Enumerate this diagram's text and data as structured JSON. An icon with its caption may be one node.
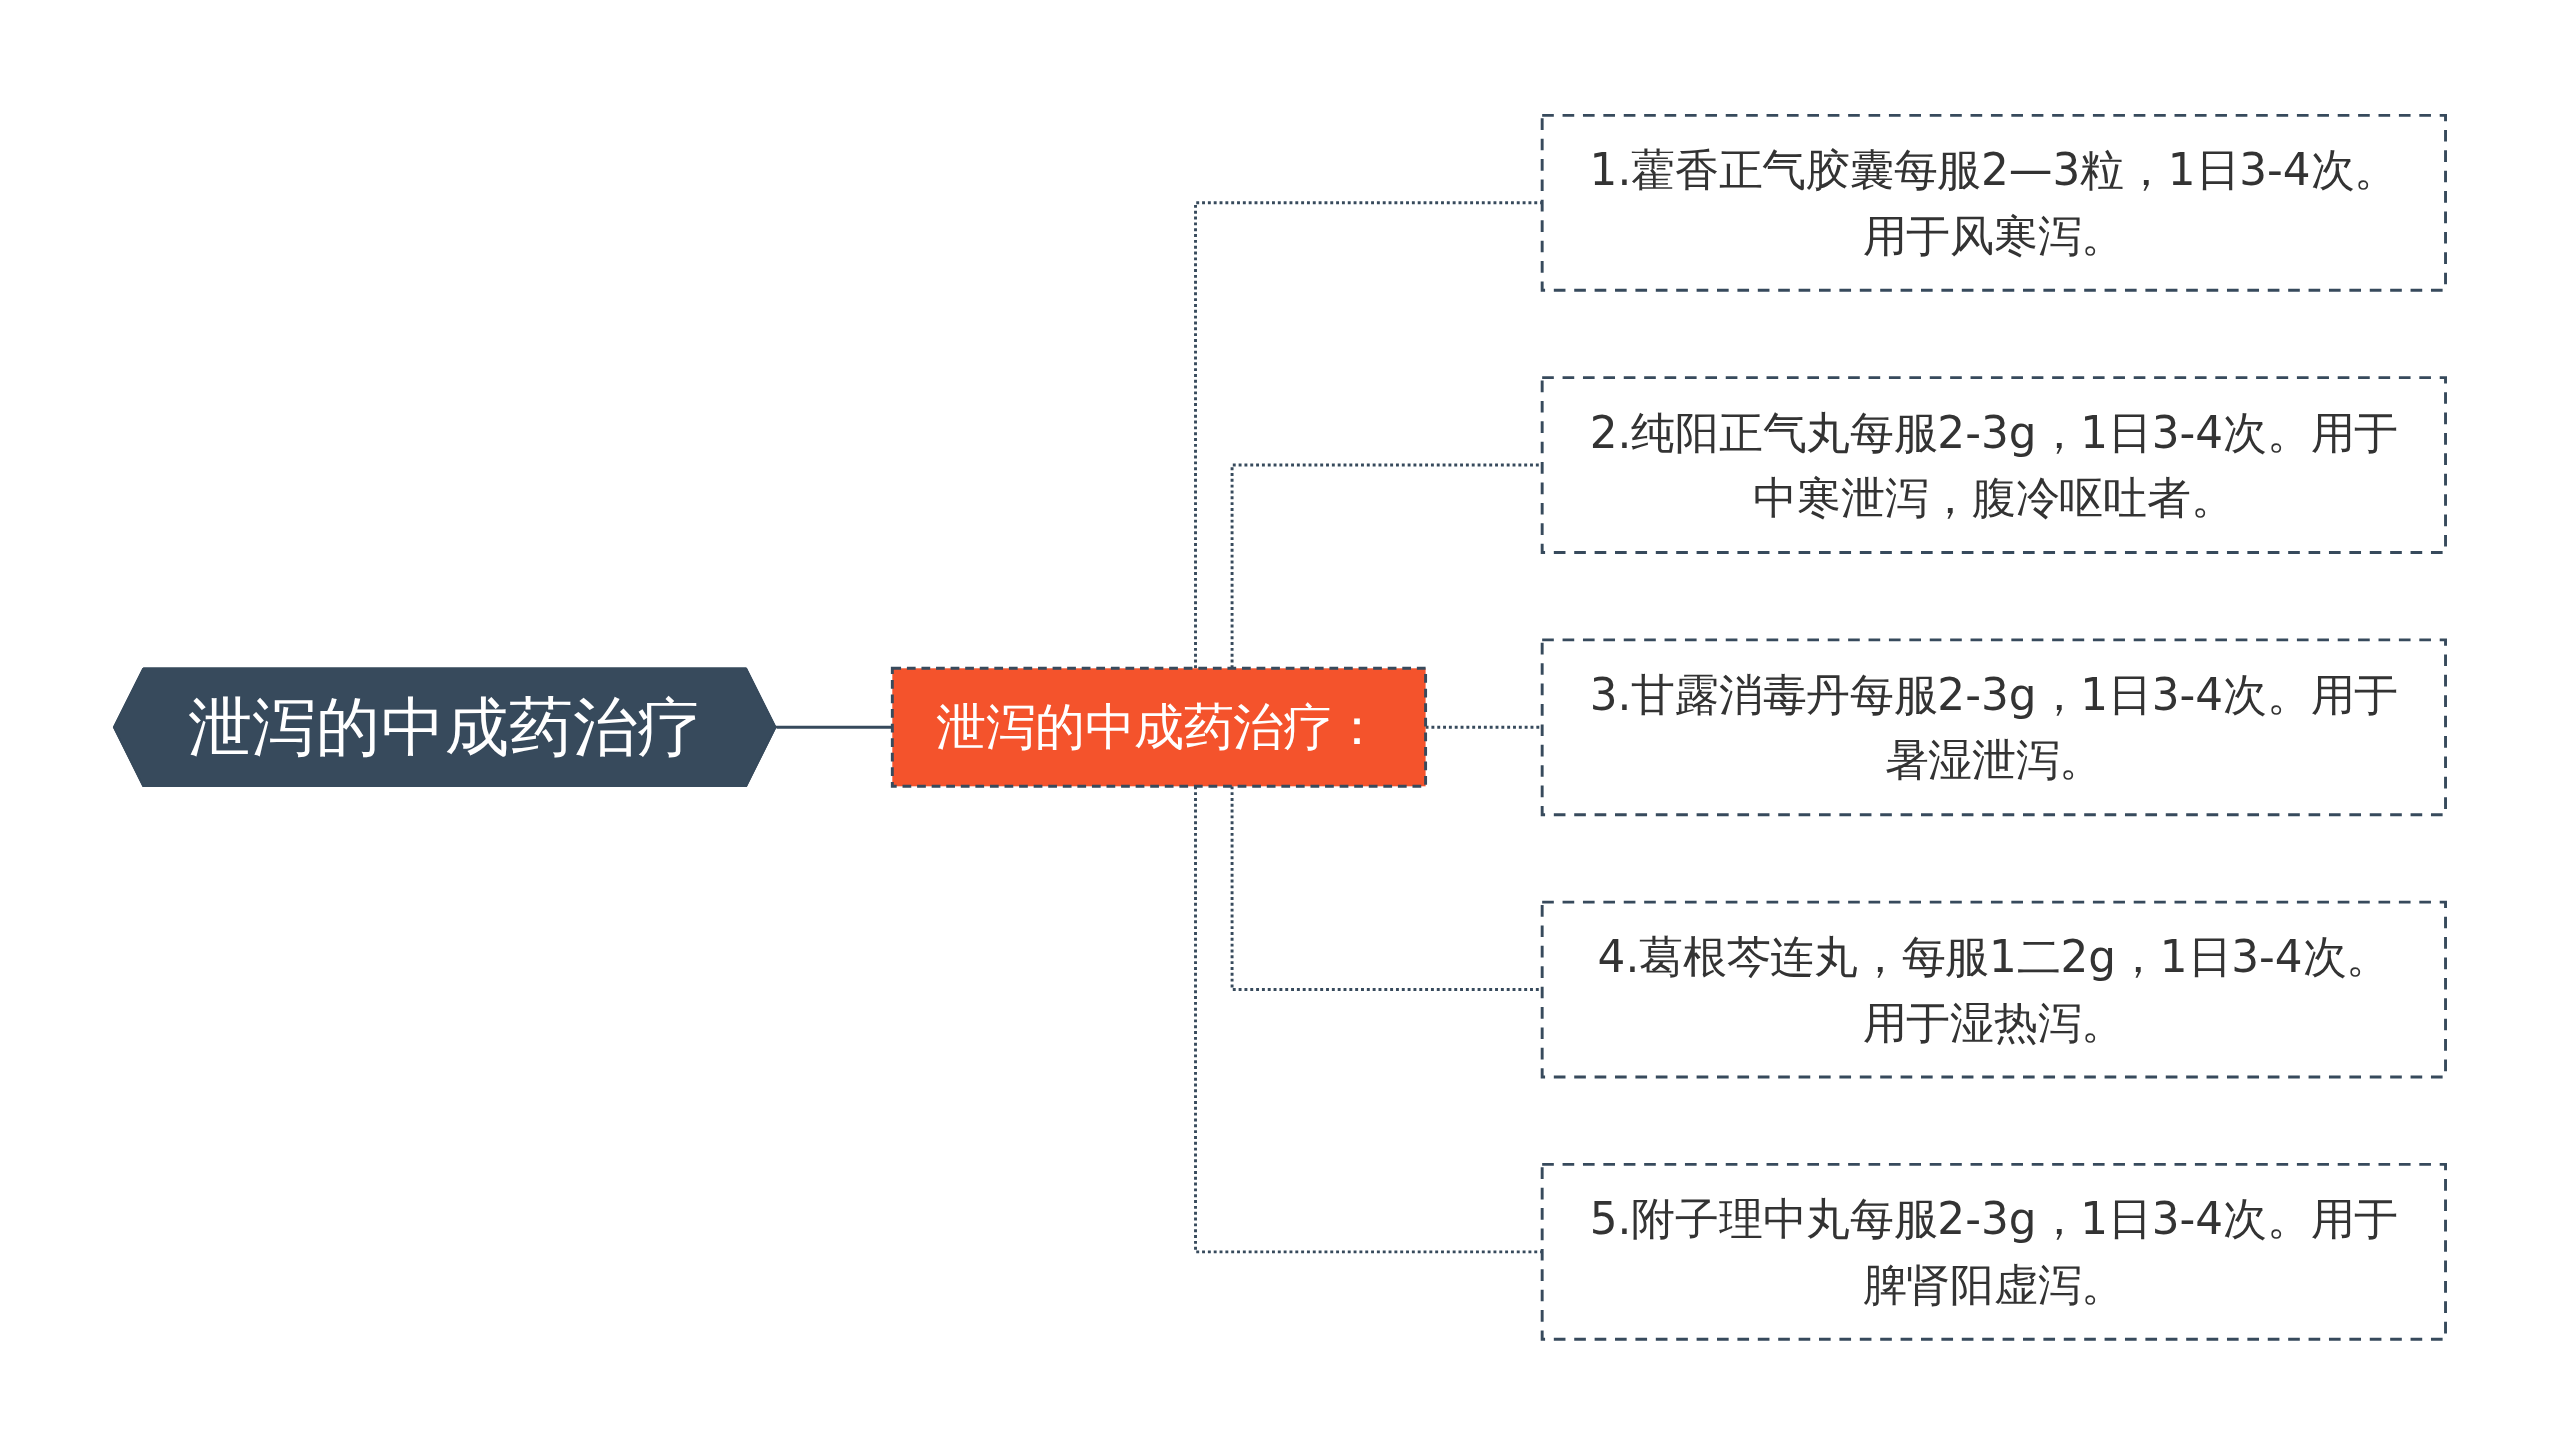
{
  "diagram": {
    "nodes": [
      {
        "text": [
          "泄泻的中成药治疗"
        ]
      },
      {
        "text": [
          "泄泻的中成药治疗："
        ]
      },
      {
        "text": [
          "1.藿香正气胶囊每服2—3粒，1日3-4次。用于风寒泻。"
        ]
      },
      {
        "text": [
          "2.纯阳正气丸每服2-3g，1日3-4次。用于中寒泄泻，腹冷呕吐者。"
        ]
      },
      {
        "text": [
          "3.甘露消毒丹每服2-3g，1日3-4次。用于暑湿泄泻。"
        ]
      },
      {
        "text": [
          "4.葛根芩连丸，每服1二2g，1日3-4次。用于湿热泻。"
        ]
      },
      {
        "text": [
          "5.附子理中丸每服2-3g，1日3-4次。用于脾肾阳虚泻。"
        ]
      }
    ],
    "edges": [
      {
        "from": 0,
        "to": 1,
        "arrow": "none"
      },
      {
        "from": 1,
        "to": 2,
        "arrow": "none",
        "style": "dashed"
      },
      {
        "from": 1,
        "to": 3,
        "arrow": "none",
        "style": "dashed"
      },
      {
        "from": 1,
        "to": 4,
        "arrow": "none",
        "style": "dashed"
      },
      {
        "from": 1,
        "to": 5,
        "arrow": "none",
        "style": "dashed"
      },
      {
        "from": 1,
        "to": 6,
        "arrow": "none",
        "style": "dashed"
      }
    ]
  }
}
